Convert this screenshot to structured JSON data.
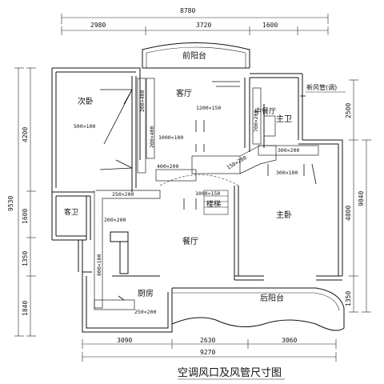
{
  "title": "空调风口及风管尺寸图",
  "dimensions": {
    "top_total": "8780",
    "top_segments": [
      "2980",
      "3720",
      "1600"
    ],
    "bottom_segments": [
      "3090",
      "2630",
      "3060"
    ],
    "bottom_total": "9270",
    "left_total": "9530",
    "left_segments": [
      "4200",
      "1600",
      "1350",
      "1840"
    ],
    "right_total": "9040",
    "right_segments": [
      "2500",
      "4800",
      "1350"
    ]
  },
  "rooms": {
    "balcony_front": "前阳台",
    "secondary_bedroom": "次卧",
    "living_room": "客厅",
    "kitchen_small": "中餐厅",
    "master_bath": "主卫",
    "guest_bath": "客卫",
    "staircase": "楼梯",
    "master_bedroom": "主卧",
    "dining_room": "餐厅",
    "kitchen": "厨房",
    "balcony_rear": "后阳台"
  },
  "ducts": {
    "d1": "500×100",
    "d2": "1200×150",
    "d3": "1000×100",
    "d4": "400×200",
    "d5": "1000×150",
    "d6": "200×200",
    "d7": "800×100",
    "d8": "250×200",
    "d9": "300×200",
    "d10": "300×100",
    "d11": "250×200",
    "d12": "150×200",
    "v1": "200×400",
    "v2": "200×400",
    "v3": "700×200"
  },
  "annotations": {
    "fresh_air": "新风管(调)"
  }
}
